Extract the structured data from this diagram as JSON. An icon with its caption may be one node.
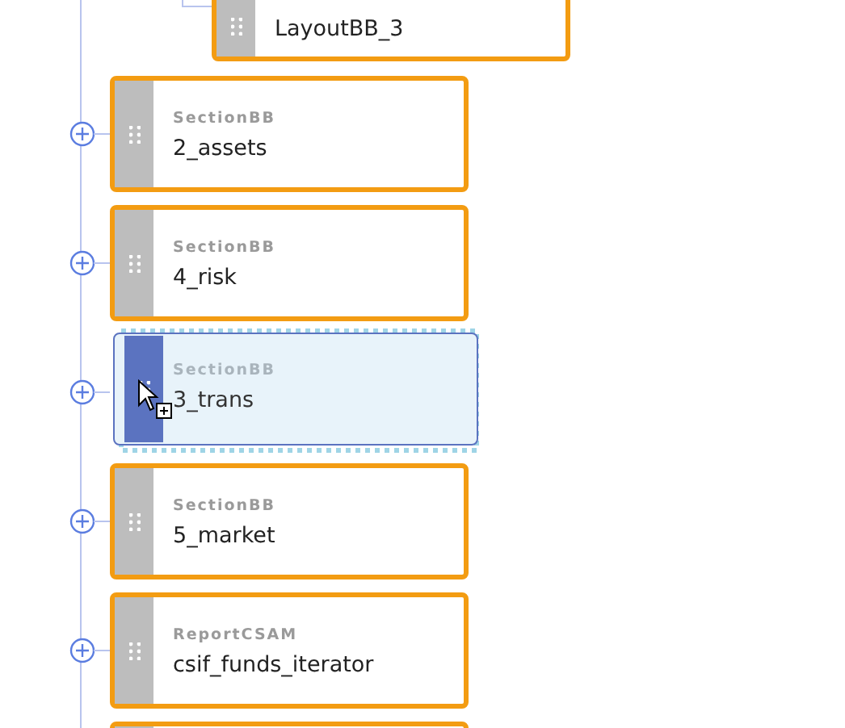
{
  "diagram": {
    "nodes": [
      {
        "text": [
          "LayoutBB_3"
        ]
      },
      {
        "text": [
          "SectionBB",
          "2_assets"
        ]
      },
      {
        "text": [
          "SectionBB",
          "4_risk"
        ]
      },
      {
        "text": [
          "SectionBB",
          "3_trans"
        ]
      },
      {
        "text": [
          "SectionBB",
          "5_market"
        ]
      },
      {
        "text": [
          "ReportCSAM",
          "csif_funds_iterator"
        ]
      },
      {
        "text": [],
        "shape": "box"
      }
    ]
  }
}
